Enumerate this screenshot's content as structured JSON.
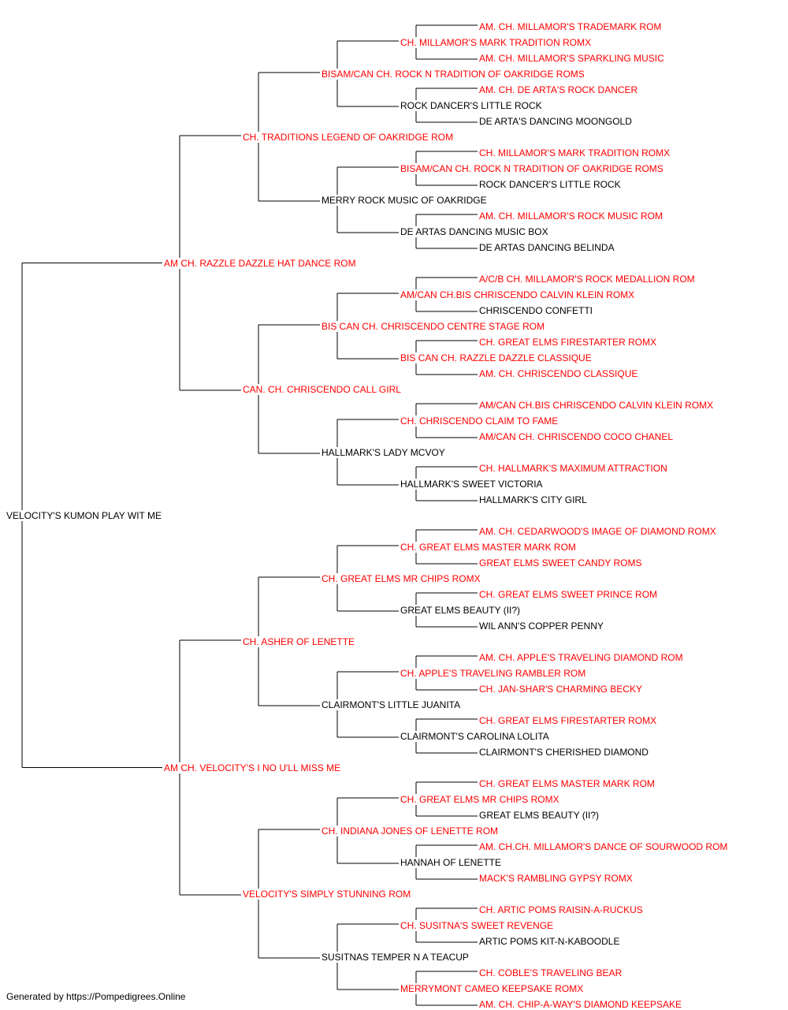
{
  "pedigree": {
    "name": "VELOCITY'S KUMON PLAY WIT ME",
    "champion": false,
    "sire": {
      "name": "AM CH. RAZZLE DAZZLE HAT DANCE ROM",
      "champion": true,
      "sire": {
        "name": "CH. TRADITIONS LEGEND OF OAKRIDGE ROM",
        "champion": true,
        "sire": {
          "name": "BISAM/CAN CH. ROCK N TRADITION OF OAKRIDGE ROMS",
          "champion": true,
          "sire": {
            "name": "CH. MILLAMOR'S MARK TRADITION ROMX",
            "champion": true,
            "sire": {
              "name": "AM. CH. MILLAMOR'S TRADEMARK ROM",
              "champion": true
            },
            "dam": {
              "name": "AM. CH. MILLAMOR'S SPARKLING MUSIC",
              "champion": true
            }
          },
          "dam": {
            "name": "ROCK DANCER'S LITTLE ROCK",
            "champion": false,
            "sire": {
              "name": "AM. CH. DE ARTA'S ROCK DANCER",
              "champion": true
            },
            "dam": {
              "name": "DE ARTA'S DANCING MOONGOLD",
              "champion": false
            }
          }
        },
        "dam": {
          "name": "MERRY ROCK MUSIC OF OAKRIDGE",
          "champion": false,
          "sire": {
            "name": "BISAM/CAN CH. ROCK N TRADITION OF OAKRIDGE ROMS",
            "champion": true,
            "sire": {
              "name": "CH. MILLAMOR'S MARK TRADITION ROMX",
              "champion": true
            },
            "dam": {
              "name": "ROCK DANCER'S LITTLE ROCK",
              "champion": false
            }
          },
          "dam": {
            "name": "DE ARTAS DANCING MUSIC BOX",
            "champion": false,
            "sire": {
              "name": "AM. CH. MILLAMOR'S ROCK MUSIC ROM",
              "champion": true
            },
            "dam": {
              "name": "DE ARTAS DANCING BELINDA",
              "champion": false
            }
          }
        }
      },
      "dam": {
        "name": "CAN. CH. CHRISCENDO CALL GIRL",
        "champion": true,
        "sire": {
          "name": "BIS CAN CH. CHRISCENDO CENTRE STAGE ROM",
          "champion": true,
          "sire": {
            "name": "AM/CAN CH.BIS CHRISCENDO CALVIN KLEIN ROMX",
            "champion": true,
            "sire": {
              "name": "A/C/B CH. MILLAMOR'S ROCK MEDALLION ROM",
              "champion": true
            },
            "dam": {
              "name": "CHRISCENDO CONFETTI",
              "champion": false
            }
          },
          "dam": {
            "name": "BIS CAN CH. RAZZLE DAZZLE CLASSIQUE",
            "champion": true,
            "sire": {
              "name": "CH. GREAT ELMS FIRESTARTER ROMX",
              "champion": true
            },
            "dam": {
              "name": "AM. CH. CHRISCENDO CLASSIQUE",
              "champion": true
            }
          }
        },
        "dam": {
          "name": "HALLMARK'S LADY MCVOY",
          "champion": false,
          "sire": {
            "name": "CH. CHRISCENDO CLAIM TO FAME",
            "champion": true,
            "sire": {
              "name": "AM/CAN CH.BIS CHRISCENDO CALVIN KLEIN ROMX",
              "champion": true
            },
            "dam": {
              "name": "AM/CAN CH. CHRISCENDO COCO CHANEL",
              "champion": true
            }
          },
          "dam": {
            "name": "HALLMARK'S SWEET VICTORIA",
            "champion": false,
            "sire": {
              "name": "CH. HALLMARK'S MAXIMUM ATTRACTION",
              "champion": true
            },
            "dam": {
              "name": "HALLMARK'S CITY GIRL",
              "champion": false
            }
          }
        }
      }
    },
    "dam": {
      "name": "AM CH. VELOCITY'S I NO U'LL MISS ME",
      "champion": true,
      "sire": {
        "name": "CH. ASHER OF LENETTE",
        "champion": true,
        "sire": {
          "name": "CH. GREAT ELMS MR CHIPS ROMX",
          "champion": true,
          "sire": {
            "name": "CH. GREAT ELMS MASTER MARK ROM",
            "champion": true,
            "sire": {
              "name": "AM. CH. CEDARWOOD'S IMAGE OF DIAMOND ROMX",
              "champion": true
            },
            "dam": {
              "name": "GREAT ELMS SWEET CANDY ROMS",
              "champion": true
            }
          },
          "dam": {
            "name": "GREAT ELMS BEAUTY (II?)",
            "champion": false,
            "sire": {
              "name": "CH. GREAT ELMS SWEET PRINCE ROM",
              "champion": true
            },
            "dam": {
              "name": "WIL ANN'S COPPER PENNY",
              "champion": false
            }
          }
        },
        "dam": {
          "name": "CLAIRMONT'S LITTLE JUANITA",
          "champion": false,
          "sire": {
            "name": "CH. APPLE'S TRAVELING RAMBLER ROM",
            "champion": true,
            "sire": {
              "name": "AM. CH. APPLE'S TRAVELING DIAMOND ROM",
              "champion": true
            },
            "dam": {
              "name": "CH. JAN-SHAR'S CHARMING BECKY",
              "champion": true
            }
          },
          "dam": {
            "name": "CLAIRMONT'S CAROLINA LOLITA",
            "champion": false,
            "sire": {
              "name": "CH. GREAT ELMS FIRESTARTER ROMX",
              "champion": true
            },
            "dam": {
              "name": "CLAIRMONT'S CHERISHED DIAMOND",
              "champion": false
            }
          }
        }
      },
      "dam": {
        "name": "VELOCITY'S SIMPLY STUNNING ROM",
        "champion": true,
        "sire": {
          "name": "CH. INDIANA JONES OF LENETTE ROM",
          "champion": true,
          "sire": {
            "name": "CH. GREAT ELMS MR CHIPS ROMX",
            "champion": true,
            "sire": {
              "name": "CH. GREAT ELMS MASTER MARK ROM",
              "champion": true
            },
            "dam": {
              "name": "GREAT ELMS BEAUTY (II?)",
              "champion": false
            }
          },
          "dam": {
            "name": "HANNAH OF LENETTE",
            "champion": false,
            "sire": {
              "name": "AM. CH.CH. MILLAMOR'S DANCE OF SOURWOOD ROM",
              "champion": true
            },
            "dam": {
              "name": "MACK'S RAMBLING GYPSY ROMX",
              "champion": true
            }
          }
        },
        "dam": {
          "name": "SUSITNAS TEMPER N A TEACUP",
          "champion": false,
          "sire": {
            "name": "CH. SUSITNA'S SWEET REVENGE",
            "champion": true,
            "sire": {
              "name": "CH. ARTIC POMS RAISIN-A-RUCKUS",
              "champion": true
            },
            "dam": {
              "name": "ARTIC POMS KIT-N-KABOODLE",
              "champion": false
            }
          },
          "dam": {
            "name": "MERRYMONT CAMEO KEEPSAKE ROMX",
            "champion": true,
            "sire": {
              "name": "CH. COBLE'S TRAVELING BEAR",
              "champion": true
            },
            "dam": {
              "name": "AM. CH. CHIP-A-WAY'S DIAMOND KEEPSAKE",
              "champion": true
            }
          }
        }
      }
    }
  },
  "colors": {
    "champion": "#ff0000",
    "non_champion": "#000000",
    "lines": "#000000"
  },
  "footer": "Generated by https://Pompedigrees.Online"
}
